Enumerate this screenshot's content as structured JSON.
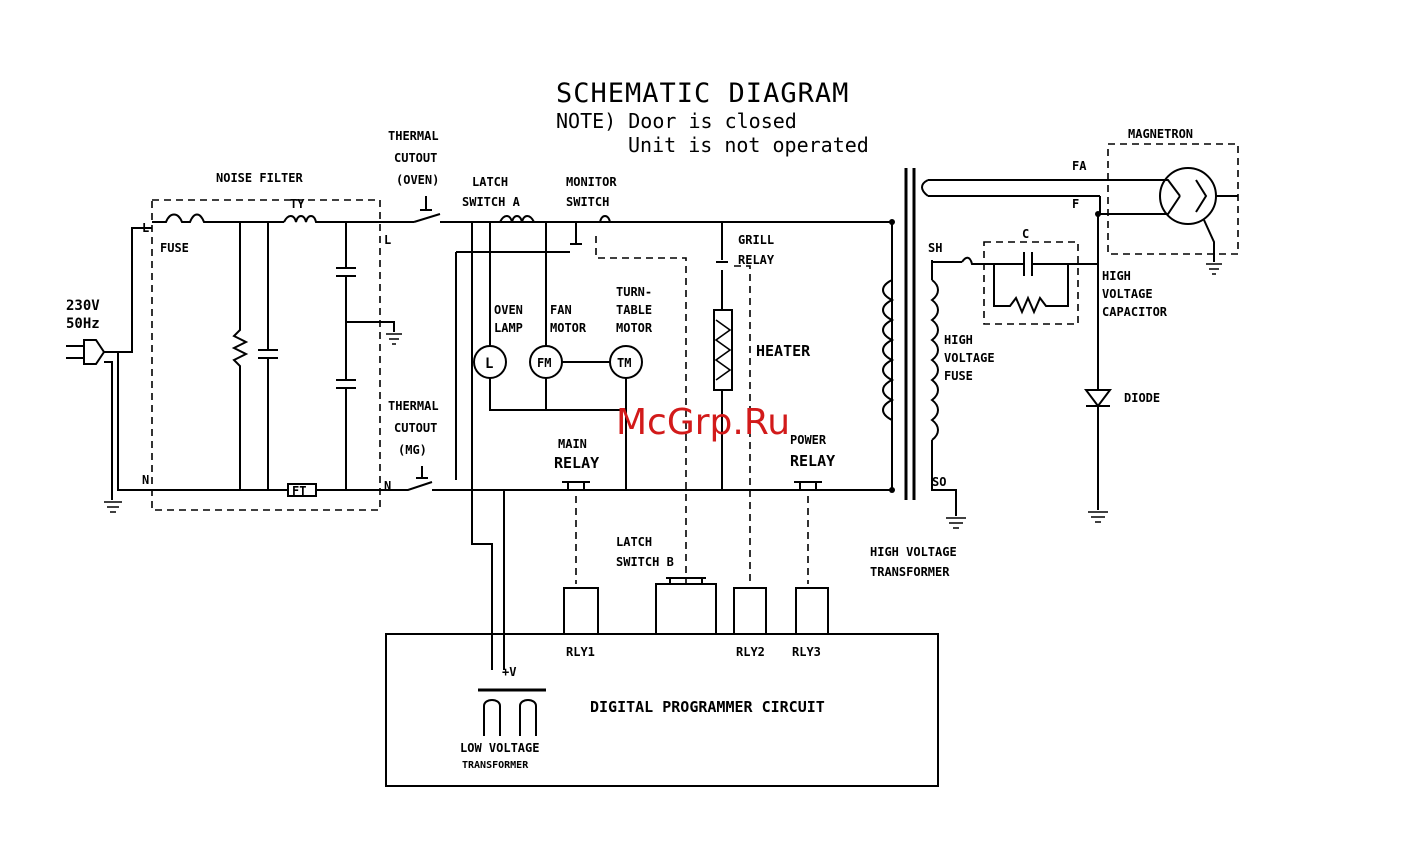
{
  "title": "SCHEMATIC  DIAGRAM",
  "note": {
    "line1": "NOTE) Door is closed",
    "line2": "Unit is not operated"
  },
  "watermark": "McGrp.Ru",
  "colors": {
    "ink": "#000000",
    "watermark": "#d21a1a",
    "background": "#ffffff"
  },
  "labels": {
    "noise_filter": "NOISE FILTER",
    "fuse": "FUSE",
    "supply": {
      "voltage": "230V",
      "freq": "50Hz"
    },
    "thermal_cutout_oven": [
      "THERMAL",
      "CUTOUT",
      "(OVEN)"
    ],
    "thermal_cutout_mg": [
      "THERMAL",
      "CUTOUT",
      "(MG)"
    ],
    "latch_switch_a": [
      "LATCH",
      "SWITCH A"
    ],
    "monitor_switch": [
      "MONITOR",
      "SWITCH"
    ],
    "grill_relay": [
      "GRILL",
      "RELAY"
    ],
    "oven_lamp": [
      "OVEN",
      "LAMP"
    ],
    "fan_motor": [
      "FAN",
      "MOTOR"
    ],
    "turntable_motor": [
      "TURN-",
      "TABLE",
      "MOTOR"
    ],
    "heater": "HEATER",
    "main_relay": [
      "MAIN",
      "RELAY"
    ],
    "power_relay": [
      "POWER",
      "RELAY"
    ],
    "latch_switch_b": [
      "LATCH",
      "SWITCH B"
    ],
    "high_voltage_transformer": [
      "HIGH VOLTAGE",
      "TRANSFORMER"
    ],
    "high_voltage_fuse": [
      "HIGH",
      "VOLTAGE",
      "FUSE"
    ],
    "high_voltage_capacitor": [
      "HIGH",
      "VOLTAGE",
      "CAPACITOR"
    ],
    "diode": "DIODE",
    "magnetron": "MAGNETRON",
    "digital_programmer_circuit": "DIGITAL PROGRAMMER CIRCUIT",
    "low_voltage_transformer": [
      "LOW VOLTAGE",
      "TRANSFORMER"
    ],
    "plus_v": "+V",
    "rly1": "RLY1",
    "rly2": "RLY2",
    "rly3": "RLY3",
    "line": "L",
    "neutral": "N",
    "fa": "FA",
    "f": "F",
    "sh": "SH",
    "so": "SO",
    "c": "C",
    "ty": "TY",
    "ft": "FT",
    "motor_l": "L",
    "motor_fm": "FM",
    "motor_tm": "TM"
  }
}
